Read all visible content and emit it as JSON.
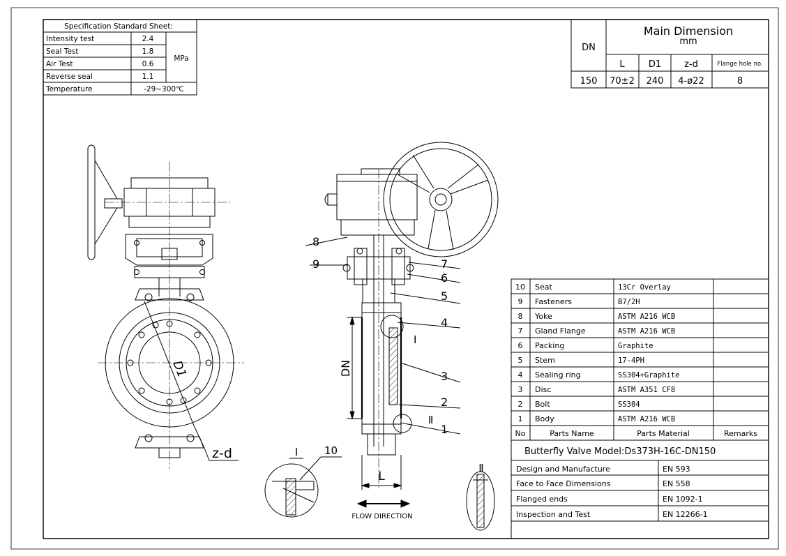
{
  "spec_sheet": {
    "title": "Specification Standard Sheet:",
    "unit": "MPa",
    "rows": [
      {
        "name": "Intensity test",
        "value": "2.4"
      },
      {
        "name": "Seal Test",
        "value": "1.8"
      },
      {
        "name": "Air Test",
        "value": "0.6"
      },
      {
        "name": "Reverse seal",
        "value": "1.1"
      },
      {
        "name": "Temperature",
        "value": "-29~300℃"
      }
    ]
  },
  "main_dimension": {
    "title": "Main Dimension",
    "unit": "mm",
    "headers": {
      "dn": "DN",
      "l": "L",
      "d1": "D1",
      "zd": "z-d",
      "flange": "Flange hole no."
    },
    "values": {
      "dn": "150",
      "l": "70±2",
      "d1": "240",
      "zd": "4-ø22",
      "flange": "8"
    }
  },
  "parts": {
    "rows": [
      {
        "no": "10",
        "name": "Seat",
        "material": "13Cr Overlay"
      },
      {
        "no": "9",
        "name": "Fasteners",
        "material": "B7/2H"
      },
      {
        "no": "8",
        "name": "Yoke",
        "material": "ASTM A216 WCB"
      },
      {
        "no": "7",
        "name": "Gland Flange",
        "material": "ASTM A216 WCB"
      },
      {
        "no": "6",
        "name": "Packing",
        "material": "Graphite"
      },
      {
        "no": "5",
        "name": "Stem",
        "material": "17-4PH"
      },
      {
        "no": "4",
        "name": "Sealing ring",
        "material": "SS304+Graphite"
      },
      {
        "no": "3",
        "name": "Disc",
        "material": "ASTM A351 CF8"
      },
      {
        "no": "2",
        "name": "Bolt",
        "material": "SS304"
      },
      {
        "no": "1",
        "name": "Body",
        "material": "ASTM A216 WCB"
      }
    ],
    "header": {
      "no": "No",
      "name": "Parts Name",
      "material": "Parts Material",
      "remarks": "Remarks"
    }
  },
  "model": "Butterfly Valve Model:Ds373H-16C-DN150",
  "standards": [
    {
      "name": "Design and Manufacture",
      "value": "EN 593"
    },
    {
      "name": "Face to Face Dimensions",
      "value": "EN 558"
    },
    {
      "name": "Flanged ends",
      "value": "EN 1092-1"
    },
    {
      "name": "Inspection and Test",
      "value": "EN 12266-1"
    }
  ],
  "drawing_labels": {
    "d1": "D1",
    "zd": "z-d",
    "dn": "DN",
    "l": "L",
    "flow": "FLOW DIRECTION",
    "detail1": "I",
    "detail2": "Ⅱ",
    "callouts": [
      "8",
      "9",
      "7",
      "6",
      "5",
      "4",
      "3",
      "2",
      "1",
      "10"
    ]
  }
}
